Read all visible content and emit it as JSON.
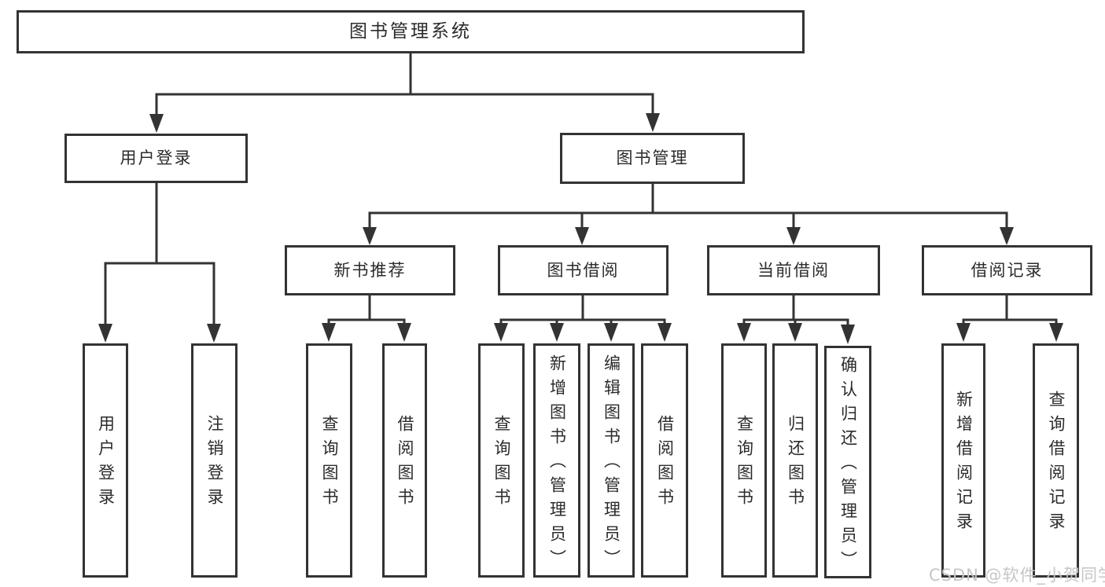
{
  "diagram": {
    "type": "hierarchy-tree",
    "line_color": "#333333",
    "text_color": "#2b2b2b",
    "box_fill": "#ffffff",
    "background": "#ffffff",
    "tree": {
      "root": {
        "label": "图书管理系统"
      },
      "branches": [
        {
          "label": "用户登录",
          "children": [
            {
              "label": "用户登录"
            },
            {
              "label": "注销登录"
            }
          ]
        },
        {
          "label": "图书管理",
          "children": [
            {
              "label": "新书推荐",
              "children": [
                {
                  "label": "查询图书"
                },
                {
                  "label": "借阅图书"
                }
              ]
            },
            {
              "label": "图书借阅",
              "children": [
                {
                  "label": "查询图书"
                },
                {
                  "label": "新增图书（管理员）"
                },
                {
                  "label": "编辑图书（管理员）"
                },
                {
                  "label": "借阅图书"
                }
              ]
            },
            {
              "label": "当前借阅",
              "children": [
                {
                  "label": "查询图书"
                },
                {
                  "label": "归还图书"
                },
                {
                  "label": "确认归还（管理员）"
                }
              ]
            },
            {
              "label": "借阅记录",
              "children": [
                {
                  "label": "新增借阅记录"
                },
                {
                  "label": "查询借阅记录"
                }
              ]
            }
          ]
        }
      ]
    }
  },
  "watermark": {
    "text": "CSDN @软件_小贺同学",
    "color": "#c6c6c6"
  }
}
